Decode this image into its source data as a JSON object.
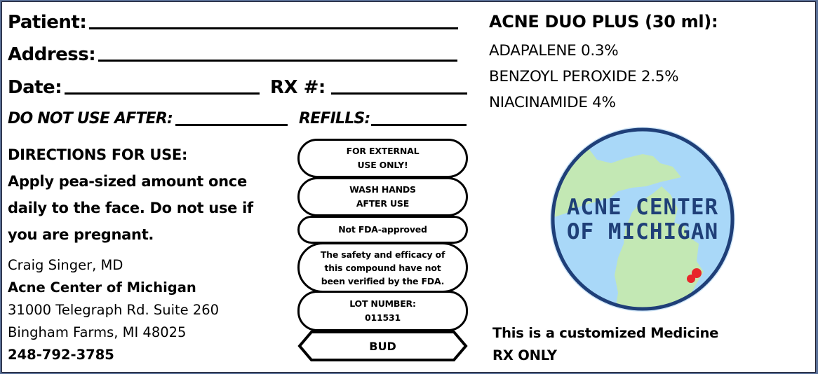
{
  "form": {
    "patient_label": "Patient:",
    "address_label": "Address:",
    "date_label": "Date:",
    "rx_label": "RX #:",
    "do_not_use_after_label": "DO NOT USE AFTER:",
    "refills_label": "REFILLS:"
  },
  "directions": {
    "heading": "DIRECTIONS FOR USE:",
    "lines": [
      "Apply pea-sized amount once",
      "daily to the face. Do not use if",
      "you are pregnant."
    ]
  },
  "prescriber": {
    "name": "Craig Singer, MD",
    "clinic": "Acne Center of Michigan",
    "street": "31000 Telegraph Rd. Suite 260",
    "city": "Bingham Farms, MI 48025",
    "phone": "248-792-3785"
  },
  "warnings": [
    {
      "lines": [
        "FOR EXTERNAL",
        "USE ONLY!"
      ]
    },
    {
      "lines": [
        "WASH HANDS",
        "AFTER USE"
      ]
    },
    {
      "lines": [
        "Not FDA-approved"
      ]
    },
    {
      "lines": [
        "The safety and efficacy of",
        "this compound have not",
        "been verified by the FDA."
      ]
    },
    {
      "lines": [
        "LOT NUMBER:",
        "011531"
      ]
    }
  ],
  "bud_label": "BUD",
  "product": {
    "title": "ACNE DUO PLUS (30 ml):",
    "ingredients": [
      "ADAPALENE 0.3%",
      "BENZOYL PEROXIDE 2.5%",
      "NIACINAMIDE 4%"
    ]
  },
  "logo": {
    "line1": "ACNE CENTER",
    "line2": "OF MICHIGAN",
    "colors": {
      "water": "#a9d8f8",
      "land": "#c3e8b4",
      "ring": "#1f3f78",
      "text": "#1f3f78",
      "pin": "#e8262a"
    }
  },
  "footer": {
    "line1": "This is a customized Medicine",
    "line2": "RX ONLY"
  }
}
